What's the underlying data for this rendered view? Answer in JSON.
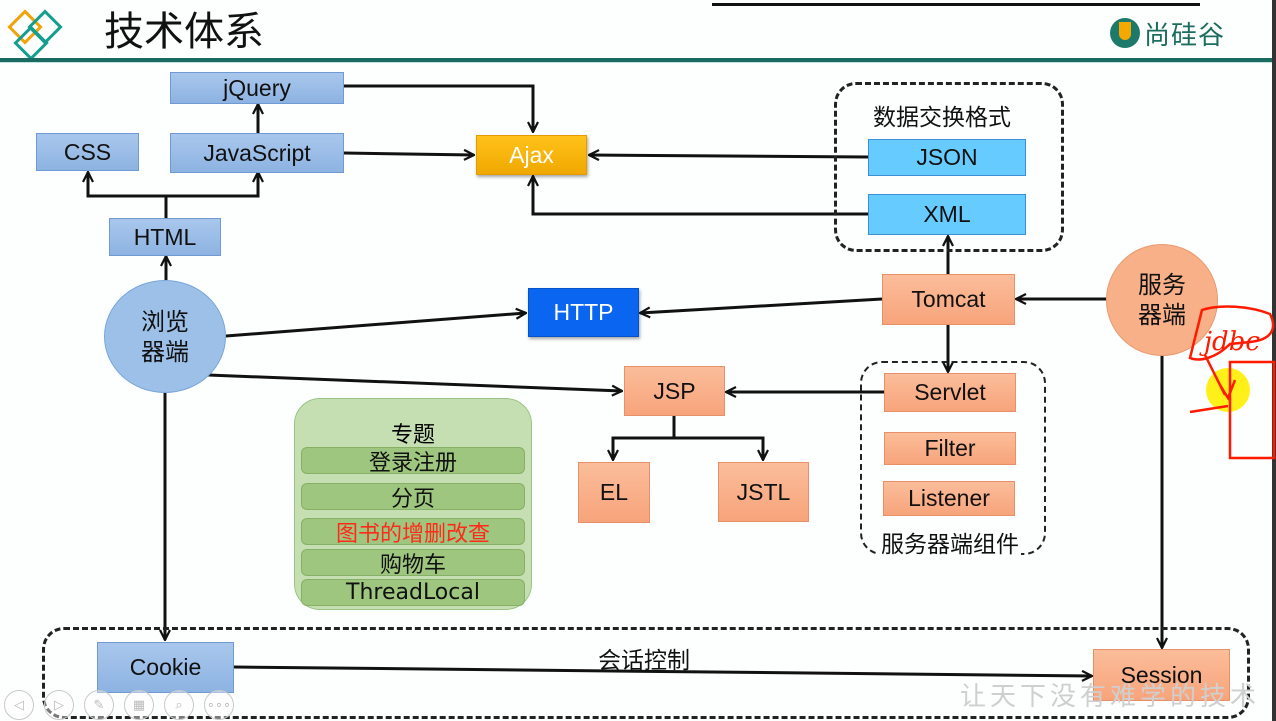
{
  "header": {
    "title": "技术体系",
    "logo_text": "尚硅谷",
    "accent_color": "#1a6b62"
  },
  "nodes": {
    "jquery": "jQuery",
    "css": "CSS",
    "javascript": "JavaScript",
    "html": "HTML",
    "ajax": "Ajax",
    "browser_line1": "浏览",
    "browser_line2": "器端",
    "http": "HTTP",
    "tomcat": "Tomcat",
    "server_line1": "服务",
    "server_line2": "器端",
    "json": "JSON",
    "xml": "XML",
    "jsp": "JSP",
    "el": "EL",
    "jstl": "JSTL",
    "servlet": "Servlet",
    "filter": "Filter",
    "listener": "Listener",
    "cookie": "Cookie",
    "session": "Session"
  },
  "groups": {
    "data_exchange_label": "数据交换格式",
    "server_components_label": "服务器端组件",
    "session_control_label": "会话控制"
  },
  "topics": {
    "title": "专题",
    "items": [
      {
        "label": "登录注册",
        "color": "#111111"
      },
      {
        "label": "分页",
        "color": "#111111"
      },
      {
        "label": "图书的增删改查",
        "color": "#ff2a1a"
      },
      {
        "label": "购物车",
        "color": "#111111"
      },
      {
        "label": "ThreadLocal",
        "color": "#111111"
      }
    ]
  },
  "annotation": {
    "handwritten_text": "jdbc",
    "color": "#ff1a00"
  },
  "toolbar": {
    "buttons": [
      {
        "icon": "prev-icon",
        "glyph": "◁"
      },
      {
        "icon": "next-icon",
        "glyph": "▷"
      },
      {
        "icon": "pen-icon",
        "glyph": "✎"
      },
      {
        "icon": "slides-icon",
        "glyph": "▦"
      },
      {
        "icon": "zoom-icon",
        "glyph": "⌕"
      },
      {
        "icon": "more-icon",
        "glyph": "∘∘∘"
      }
    ]
  },
  "watermark": "让天下没有难学的技术"
}
